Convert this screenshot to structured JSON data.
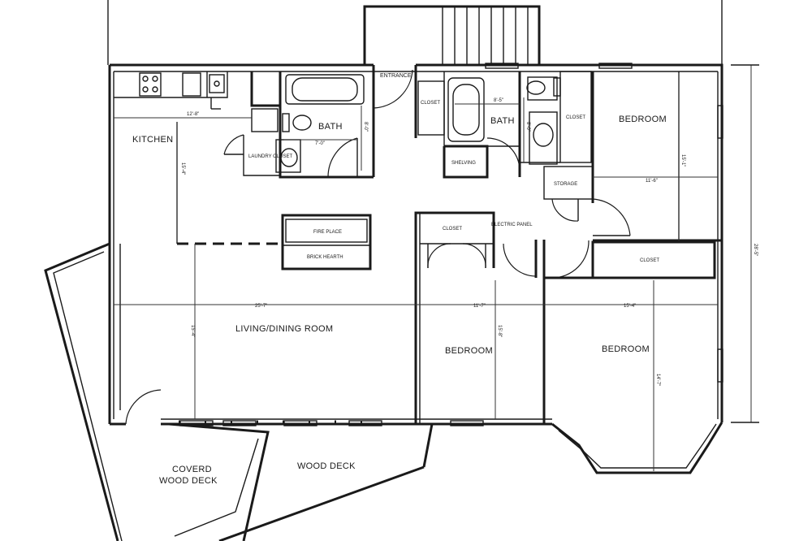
{
  "rooms": {
    "kitchen": "KITCHEN",
    "laundry": "LAUNDRY CLOSET",
    "bath_left": "BATH",
    "entrance": "ENTRANCE",
    "closet_entry": "CLOSET",
    "bath_right": "BATH",
    "shelving": "SHELVING",
    "closet_bath": "CLOSET",
    "bedroom_top": "BEDROOM",
    "storage": "STORAGE",
    "fireplace": "FIRE PLACE",
    "brick_hearth": "BRICK HEARTH",
    "closet_mid": "CLOSET",
    "electric_panel": "ELECTRIC PANEL",
    "closet_right": "CLOSET",
    "living": "LIVING/DINING ROOM",
    "bedroom_mid": "BEDROOM",
    "bedroom_right": "BEDROOM",
    "covered_deck_line1": "COVERD",
    "covered_deck_line2": "WOOD DECK",
    "wood_deck": "WOOD DECK"
  },
  "dimensions": {
    "kitchen_w": "12'-8\"",
    "kitchen_h": "15'-4\"",
    "bath_left_w": "7'-0\"",
    "bath_left_h": "8'-0\"",
    "bath_right_w": "8'-5\"",
    "bath_right_h": "8'-0\"",
    "bedroom_top_w": "11'-6\"",
    "bedroom_top_h": "15'-1\"",
    "living_w": "25'-7\"",
    "living_h": "15'-4\"",
    "bedroom_mid_w": "11'-7\"",
    "bedroom_mid_h": "15'-8\"",
    "bedroom_right_w": "15'-4\"",
    "bedroom_right_h": "14'-7\"",
    "overall_h": "28'-5\""
  }
}
